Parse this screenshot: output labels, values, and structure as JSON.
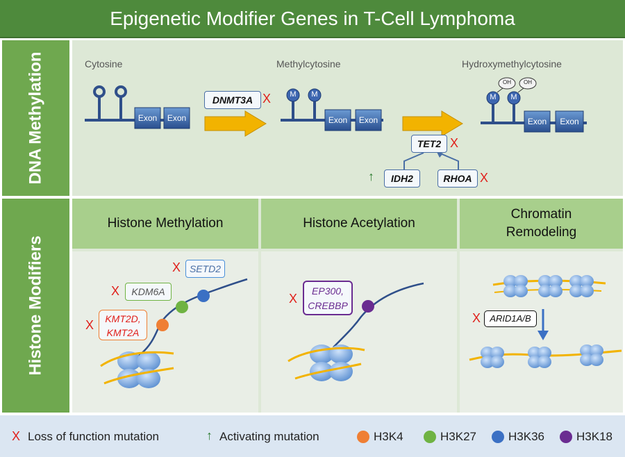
{
  "title": "Epigenetic Modifier Genes in T-Cell Lymphoma",
  "side_labels": {
    "dna": "DNA Methylation",
    "histone": "Histone Modifiers"
  },
  "dna": {
    "cytosine": "Cytosine",
    "methylcytosine": "Methylcytosine",
    "hydroxymethylcytosine": "Hydroxymethylcytosine",
    "exon": "Exon",
    "m": "M",
    "oh": "OH",
    "genes": {
      "dnmt3a": "DNMT3A",
      "tet2": "TET2",
      "idh2": "IDH2",
      "rhoa": "RHOA"
    },
    "loss_mark": "X",
    "activating_mark": "↑"
  },
  "histone": {
    "columns": [
      "Histone Methylation",
      "Histone Acetylation",
      "Chromatin Remodeling"
    ],
    "genes": {
      "setd2": "SETD2",
      "kdm6a": "KDM6A",
      "kmt2d": "KMT2D,",
      "kmt2a": "KMT2A",
      "ep300": "EP300,",
      "crebbp": "CREBBP",
      "arid1a": "ARID1A/B"
    }
  },
  "legend": {
    "loss_mark": "X",
    "loss": "Loss of function mutation",
    "activating_mark": "↑",
    "activating": "Activating mutation",
    "items": [
      {
        "label": "H3K4",
        "color": "#ef7f34"
      },
      {
        "label": "H3K27",
        "color": "#6fb343"
      },
      {
        "label": "H3K36",
        "color": "#3b70c4"
      },
      {
        "label": "H3K18",
        "color": "#6a2c91"
      }
    ]
  },
  "colors": {
    "title_green": "#4e8a3c",
    "side_green": "#6fa84f",
    "header_green": "#a8cf8c",
    "loss_red": "#e0201b",
    "activating_green": "#2e7d32",
    "dna_blue": "#2f4f8a",
    "arrow_gold": "#f2b300"
  }
}
